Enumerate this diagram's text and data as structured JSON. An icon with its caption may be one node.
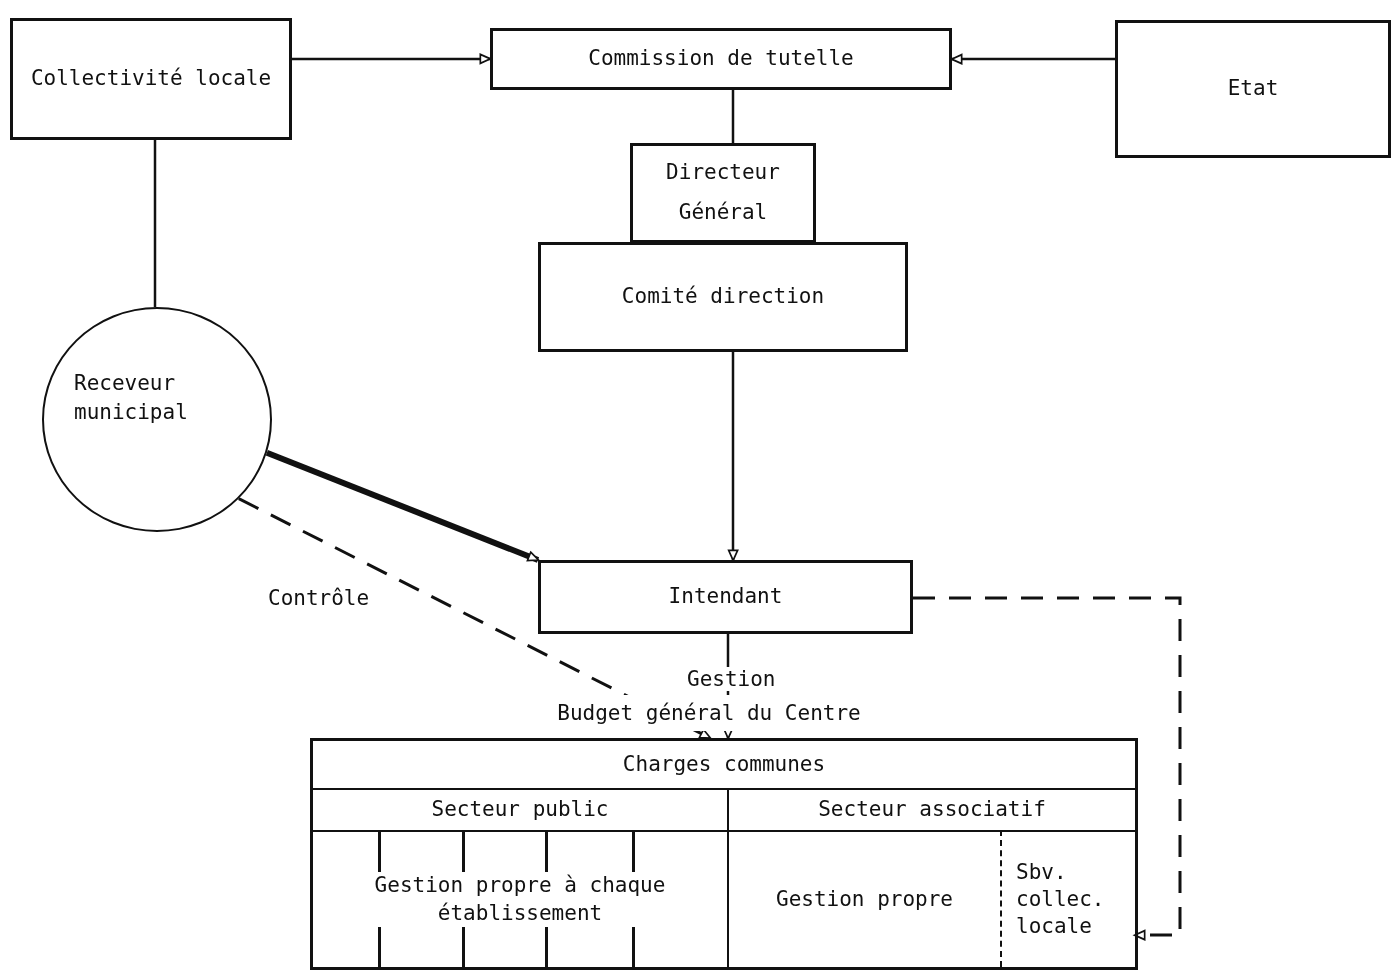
{
  "diagram": {
    "nodes": [
      {
        "text": [
          "Collectivité locale"
        ]
      },
      {
        "text": [
          "Commission de tutelle"
        ]
      },
      {
        "text": [
          "Etat"
        ]
      },
      {
        "text": [
          "Directeur Général"
        ]
      },
      {
        "text": [
          "Comité direction"
        ]
      },
      {
        "text": [
          "Receveur municipal"
        ]
      },
      {
        "text": [
          "Intendant"
        ]
      },
      {
        "text": [
          "Budget général du Centre",
          "Charges communes"
        ]
      },
      {
        "text": [
          "Secteur public"
        ],
        "in": 7
      },
      {
        "text": [
          "Secteur associatif"
        ],
        "in": 7
      },
      {
        "text": [
          "Gestion propre à chaque établissement"
        ],
        "in": 7
      },
      {
        "text": [
          "Gestion propre"
        ],
        "in": 7
      },
      {
        "text": [
          "Sbv. collec. locale"
        ],
        "in": 7
      }
    ],
    "edges": [
      {
        "from": 0,
        "to": 1,
        "arrow": "to"
      },
      {
        "from": 2,
        "to": 1,
        "arrow": "to"
      },
      {
        "from": 1,
        "to": 3,
        "arrow": "none"
      },
      {
        "from": 0,
        "to": 5,
        "arrow": "none"
      },
      {
        "from": 4,
        "to": 6,
        "arrow": "to"
      },
      {
        "from": 5,
        "to": 6,
        "arrow": "to",
        "style": "thick"
      },
      {
        "from": 5,
        "to": 7,
        "arrow": "to",
        "style": "dashed",
        "label": "Contrôle"
      },
      {
        "from": 6,
        "to": 7,
        "arrow": "to",
        "label": "Gestion"
      },
      {
        "from": 6,
        "to": 12,
        "arrow": "to",
        "style": "dashed"
      }
    ]
  }
}
